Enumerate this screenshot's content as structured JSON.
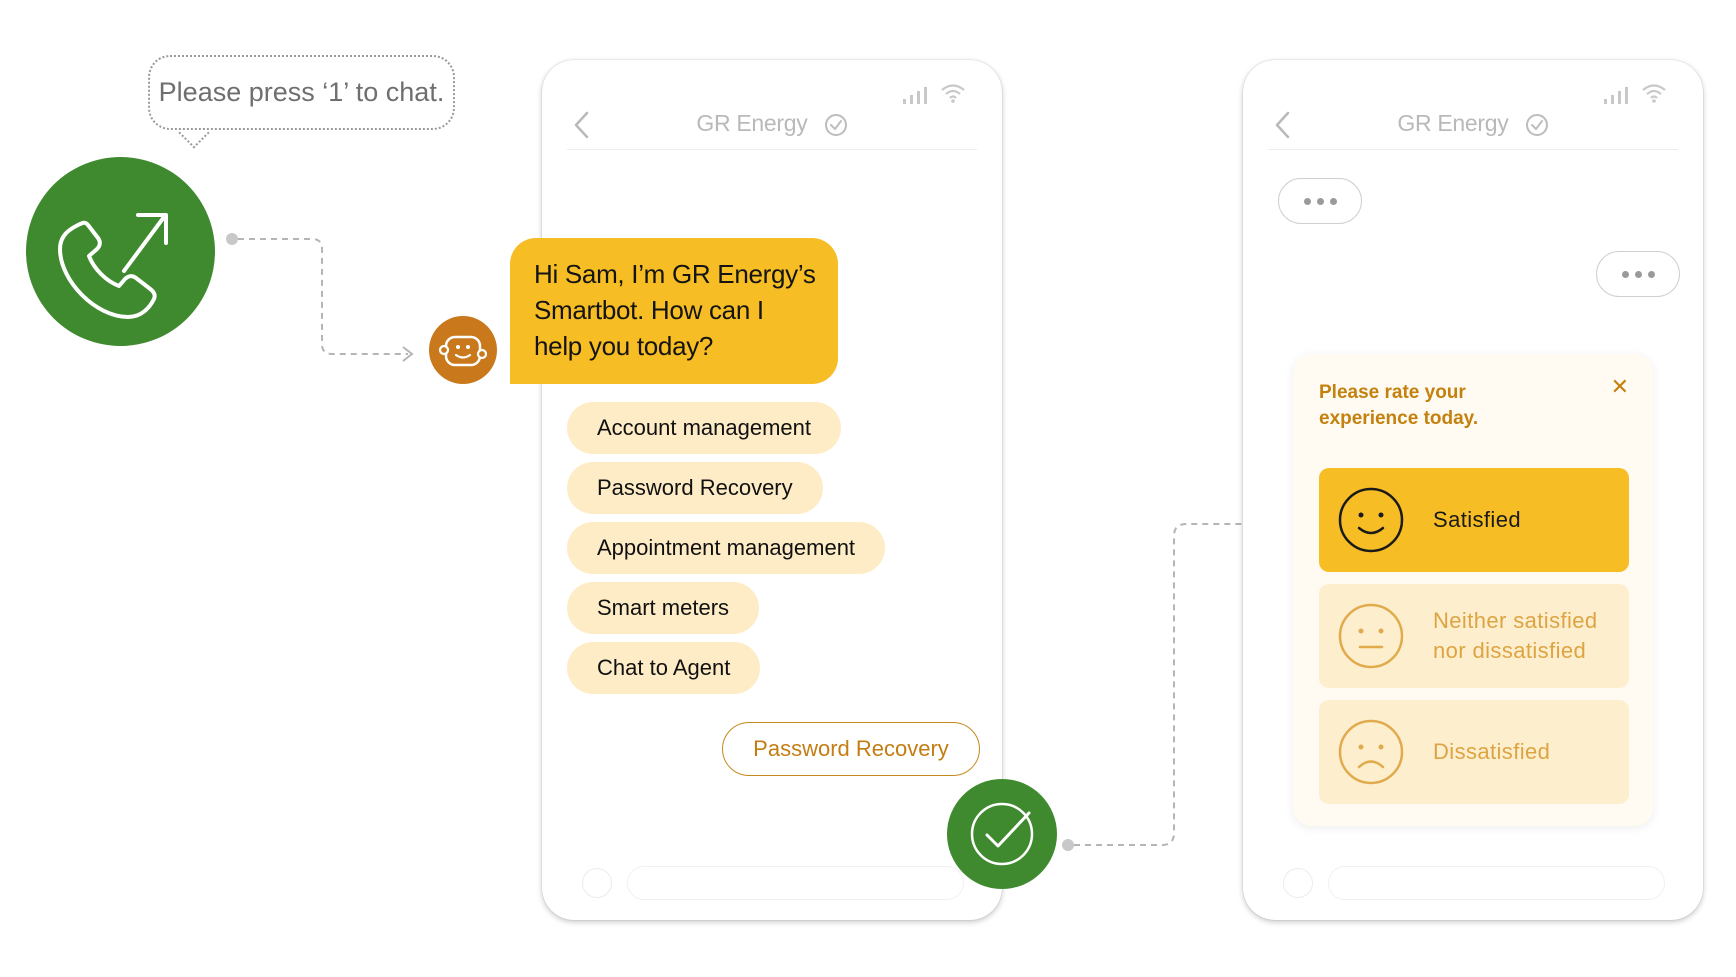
{
  "prompt_bubble": {
    "text": "Please press ‘1’ to chat."
  },
  "brand": {
    "name": "GR Energy"
  },
  "bot_message": {
    "text": "Hi Sam, I’m GR Energy’s Smartbot. How can I help you today?"
  },
  "menu_options": [
    {
      "label": "Account management"
    },
    {
      "label": "Password Recovery"
    },
    {
      "label": "Appointment management"
    },
    {
      "label": "Smart meters"
    },
    {
      "label": "Chat to Agent"
    }
  ],
  "user_reply": {
    "label": "Password Recovery"
  },
  "rating": {
    "title": "Please rate your experience  today.",
    "close_symbol": "✕",
    "options": [
      {
        "label": "Satisfied",
        "face": "smile-face-icon",
        "selected": true
      },
      {
        "label": "Neither satisfied nor dissatisfied",
        "face": "neutral-face-icon",
        "selected": false
      },
      {
        "label": "Dissatisfied",
        "face": "frown-face-icon",
        "selected": false
      }
    ]
  },
  "colors": {
    "green": "#3f8a2f",
    "accent_yellow": "#f7bd24",
    "chip_bg": "#fdecc6",
    "bot_orange": "#c9791b",
    "rating_text": "#c4810f"
  }
}
